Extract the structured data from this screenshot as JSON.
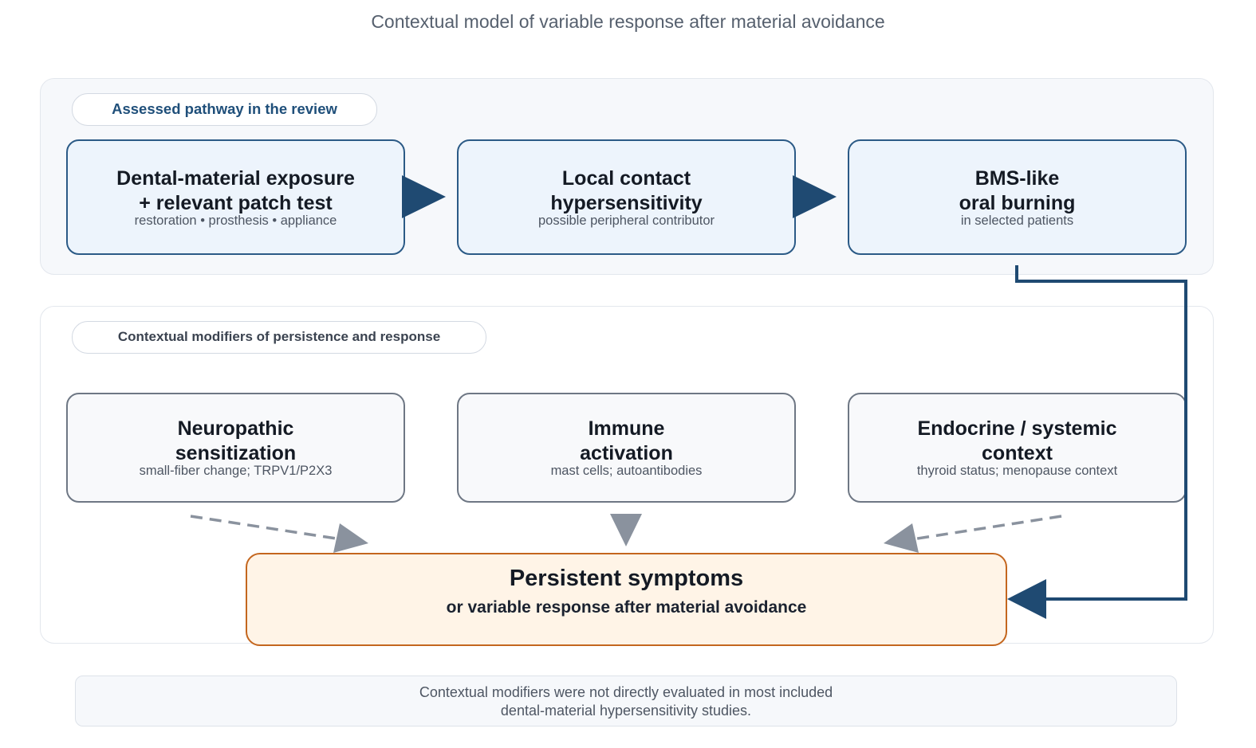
{
  "subtitle": "Contextual model of variable response after material avoidance",
  "sections": {
    "assessed_label": "Assessed pathway in the review",
    "modifiers_label": "Contextual modifiers of persistence and response"
  },
  "pathway": [
    {
      "title": "Dental-material exposure\n+ relevant patch test",
      "sub": "restoration • prosthesis • appliance"
    },
    {
      "title": "Local contact\nhypersensitivity",
      "sub": "possible peripheral contributor"
    },
    {
      "title": "BMS-like\noral burning",
      "sub": "in selected patients"
    }
  ],
  "modifiers": [
    {
      "title": "Neuropathic\nsensitization",
      "sub": "small-fiber change; TRPV1/P2X3"
    },
    {
      "title": "Immune\nactivation",
      "sub": "mast cells; autoantibodies"
    },
    {
      "title": "Endocrine / systemic\ncontext",
      "sub": "thyroid status; menopause context"
    }
  ],
  "outcome": {
    "title": "Persistent symptoms",
    "sub": "or variable response after material avoidance"
  },
  "note": "Contextual modifiers were not directly evaluated in most included\ndental-material hypersensitivity studies.",
  "colors": {
    "pathway_border": "#2b5a86",
    "modifier_border": "#6e7784",
    "outcome_border": "#c4661e",
    "arrow_dark": "#1f4a72",
    "arrow_gray": "#8a929e"
  }
}
